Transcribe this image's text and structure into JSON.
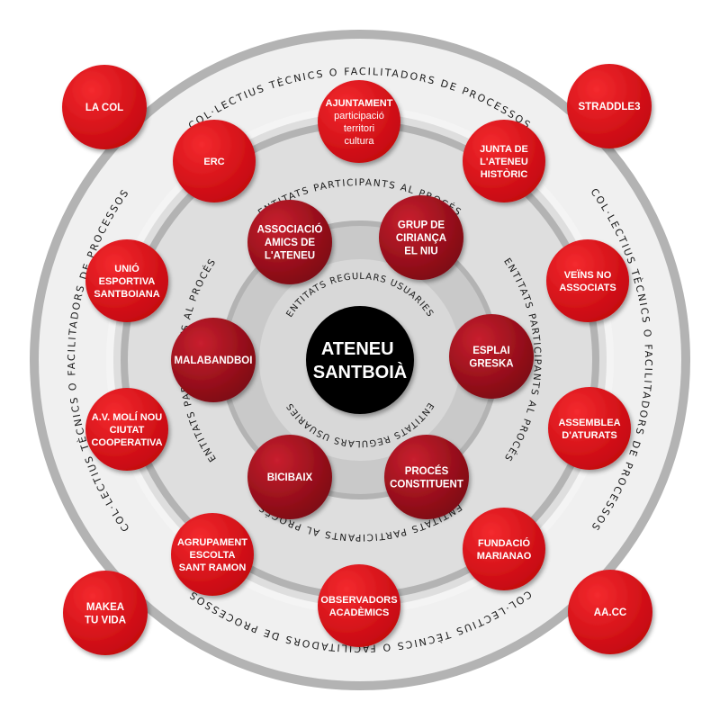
{
  "center": {
    "lines": [
      "ATENEU",
      "SANTBOIÀ"
    ]
  },
  "ring_labels": {
    "regular": "ENTITATS REGULARS USUARIES",
    "participants": "ENTITATS PARTICIPANTS AL PROCÉS",
    "collectives": "COL·LECTIUS TÈCNICS O FACILITADORS DE PROCESSOS"
  },
  "inner_nodes": [
    {
      "id": "associacio",
      "lines": [
        "ASSOCIACIÓ",
        "AMICS DE",
        "L'ATENEU"
      ]
    },
    {
      "id": "grup-criansa",
      "lines": [
        "GRUP DE",
        "CIRIANÇA",
        "EL NIU"
      ]
    },
    {
      "id": "esplai",
      "lines": [
        "ESPLAI",
        "GRESKA"
      ]
    },
    {
      "id": "proces-constituent",
      "lines": [
        "PROCÉS",
        "CONSTITUENT"
      ]
    },
    {
      "id": "bicibaix",
      "lines": [
        "BICIBAIX"
      ]
    },
    {
      "id": "malabandboi",
      "lines": [
        "MALABANDBOI"
      ]
    }
  ],
  "middle_nodes": [
    {
      "id": "ajuntament",
      "lines": [
        "AJUNTAMENT",
        "participació",
        "territori",
        "cultura"
      ]
    },
    {
      "id": "junta",
      "lines": [
        "JUNTA DE",
        "L'ATENEU",
        "HISTÒRIC"
      ]
    },
    {
      "id": "veins",
      "lines": [
        "VEÏNS NO",
        "ASSOCIATS"
      ]
    },
    {
      "id": "assemblea",
      "lines": [
        "ASSEMBLEA",
        "D'ATURATS"
      ]
    },
    {
      "id": "fundacio",
      "lines": [
        "FUNDACIÓ",
        "MARIANAO"
      ]
    },
    {
      "id": "observadors",
      "lines": [
        "OBSERVADORS",
        "ACADÈMICS"
      ]
    },
    {
      "id": "agrupament",
      "lines": [
        "AGRUPAMENT",
        "ESCOLTA",
        "SANT RAMON"
      ]
    },
    {
      "id": "av-moli",
      "lines": [
        "A.V. MOLÍ NOU",
        "CIUTAT",
        "COOPERATIVA"
      ]
    },
    {
      "id": "unio",
      "lines": [
        "UNIÓ",
        "ESPORTIVA",
        "SANTBOIANA"
      ]
    },
    {
      "id": "erc",
      "lines": [
        "ERC"
      ]
    }
  ],
  "corner_nodes": [
    {
      "id": "la-col",
      "lines": [
        "LA COL"
      ]
    },
    {
      "id": "straddle3",
      "lines": [
        "STRADDLE3"
      ]
    },
    {
      "id": "makea",
      "lines": [
        "MAKEA",
        "TU VIDA"
      ]
    },
    {
      "id": "aacc",
      "lines": [
        "AA.CC"
      ]
    }
  ],
  "colors": {
    "outer_ring": "#f0f0f0",
    "ring_border": "#b3b3b3",
    "middle_ring": "#dedede",
    "inner_ring": "#c9c9c9",
    "center": "#000000",
    "inner_node": "#9d0b1a",
    "middle_node": "#df0a18",
    "corner_node": "#e3091a",
    "node_text": "#ffffff"
  }
}
